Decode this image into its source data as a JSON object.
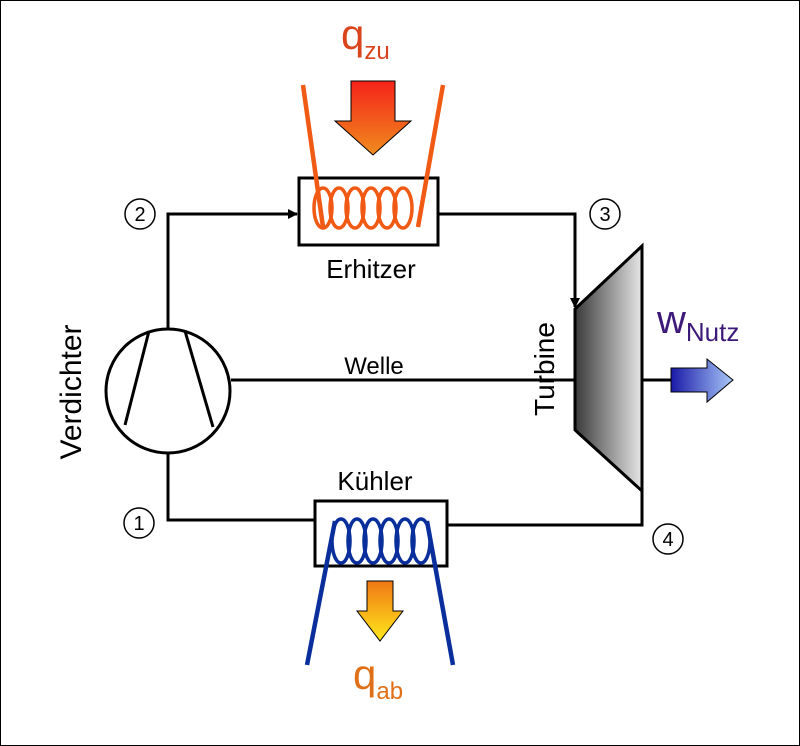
{
  "labels": {
    "heater": "Erhitzer",
    "cooler": "Kühler",
    "compressor": "Verdichter",
    "turbine": "Turbine",
    "shaft": "Welle"
  },
  "heat_in": {
    "base": "q",
    "sub": "zu"
  },
  "heat_out": {
    "base": "q",
    "sub": "ab"
  },
  "work": {
    "base": "w",
    "sub": "Nutz"
  },
  "states": [
    "1",
    "2",
    "3",
    "4"
  ],
  "colors": {
    "heat_in": "#d9441d",
    "heat_out": "#e07018",
    "work": "#3d1a7a",
    "heater_coil": "#f05a14",
    "cooler_coil": "#0a2f9c",
    "line": "#000000"
  }
}
